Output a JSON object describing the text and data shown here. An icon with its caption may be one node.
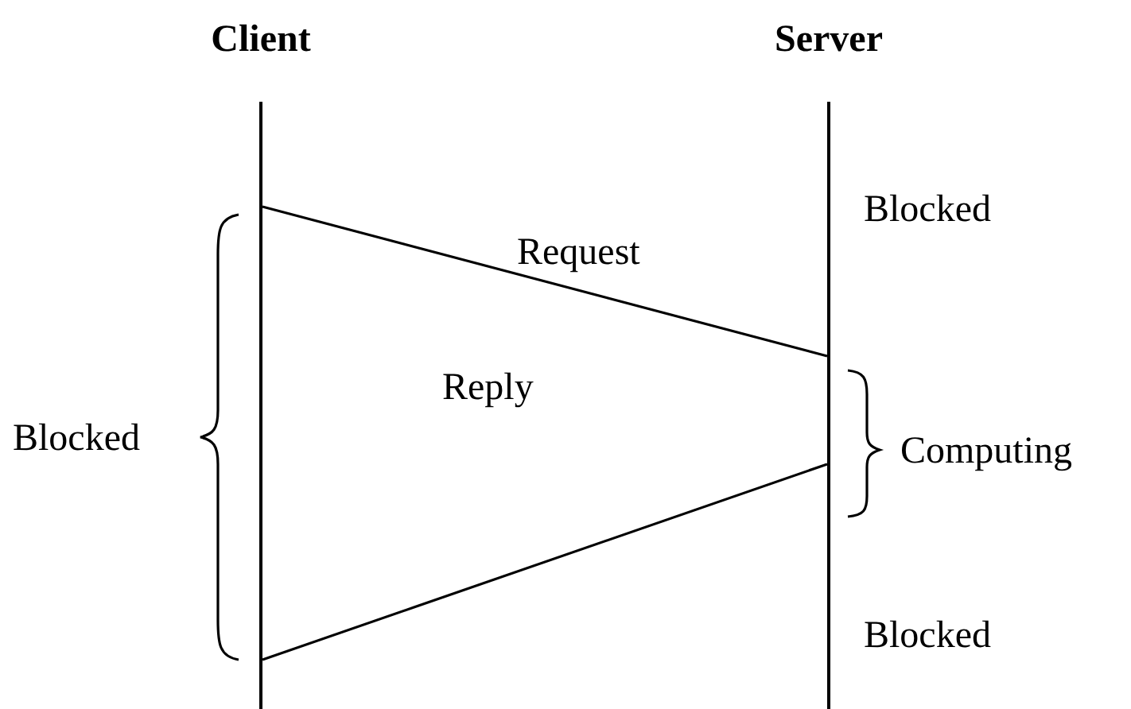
{
  "diagram": {
    "nodes": [
      {
        "text": [
          "Client"
        ]
      },
      {
        "text": [
          "Server"
        ]
      }
    ],
    "edges": [
      {
        "from": 0,
        "to": 1,
        "arrow": "none",
        "label": "Request"
      },
      {
        "from": 1,
        "to": 0,
        "arrow": "none",
        "label": "Reply"
      }
    ],
    "labels": [
      "Blocked",
      "Blocked",
      "Computing",
      "Blocked"
    ]
  }
}
